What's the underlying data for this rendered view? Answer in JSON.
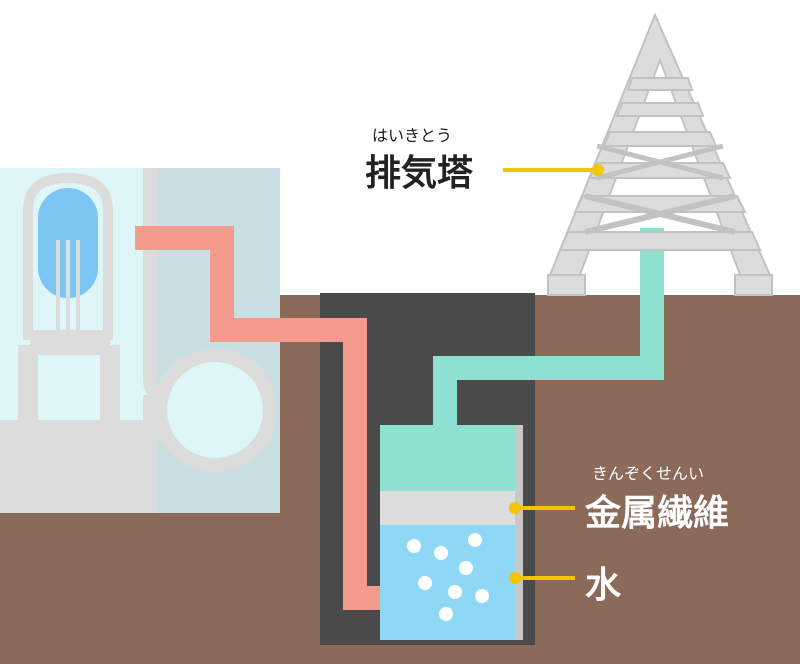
{
  "labels": {
    "exhaust_tower": {
      "ruby": "はいきとう",
      "text": "排気塔"
    },
    "metal_fiber": {
      "ruby": "きんぞくせんい",
      "text": "金属繊維"
    },
    "water": {
      "text": "水"
    }
  },
  "colors": {
    "sky": "#ffffff",
    "ground": "#8b6a5a",
    "pit": "#4a4a4a",
    "building_light": "#dff6f8",
    "building_dark": "#c9dfe3",
    "structure": "#dcdcdc",
    "reactor_core": "#7cc6f3",
    "hot_pipe": "#f49b8e",
    "clean_pipe": "#8ee0d0",
    "water": "#8fd8f5",
    "leader": "#f5c400"
  }
}
